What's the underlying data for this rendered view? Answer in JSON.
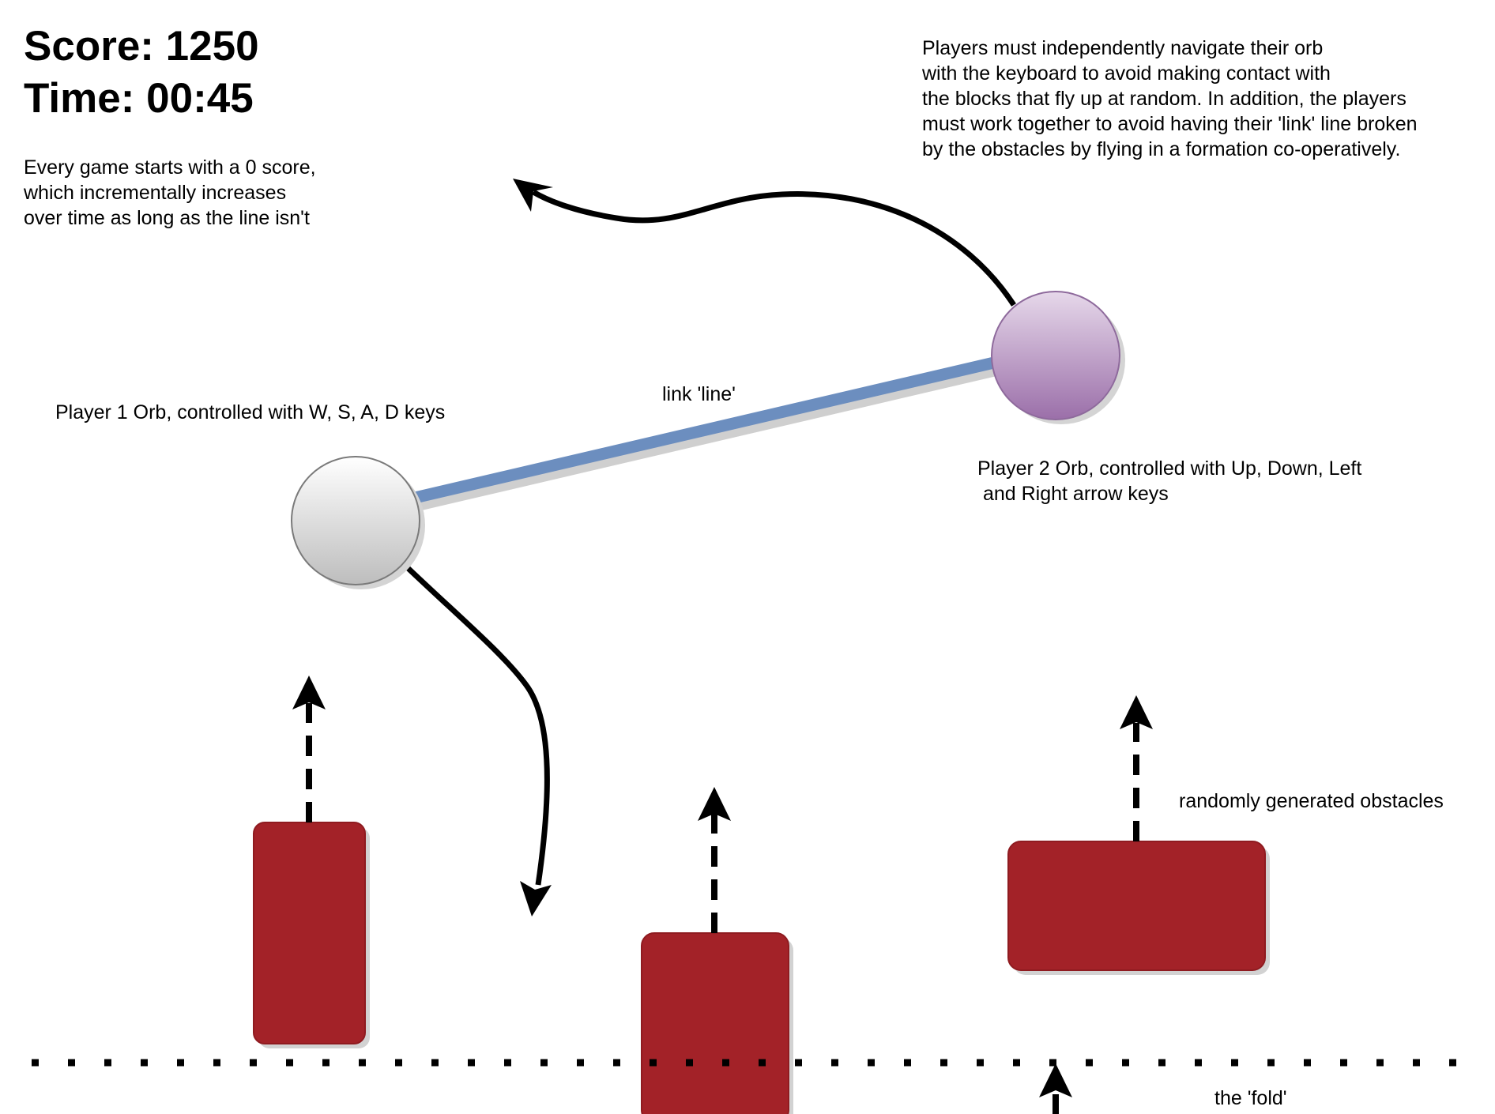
{
  "hud": {
    "score_label": "Score: 1250",
    "time_label": "Time: 00:45"
  },
  "notes": {
    "score_note": [
      "Every game starts with a 0 score,",
      "which incrementally increases",
      "over time as long as the line isn't"
    ],
    "rules_note": [
      "Players must independently navigate their orb",
      "with the keyboard to avoid making contact with",
      "the blocks that fly up at random. In addition, the players",
      "must work together to avoid having their 'link' line broken",
      "by the obstacles by flying in a formation co-operatively."
    ],
    "player1_label": "Player 1 Orb, controlled with W, S, A, D keys",
    "player2_label": [
      "Player 2 Orb, controlled with Up, Down, Left",
      " and Right arrow keys"
    ],
    "link_label": "link 'line'",
    "obstacles_label": "randomly generated obstacles",
    "fold_label": "the 'fold'"
  },
  "colors": {
    "obstacle": "#a32228",
    "link_line": "#6c8ebf",
    "player1_orb": "#e4e4e4",
    "player2_orb": "#b897c6"
  }
}
